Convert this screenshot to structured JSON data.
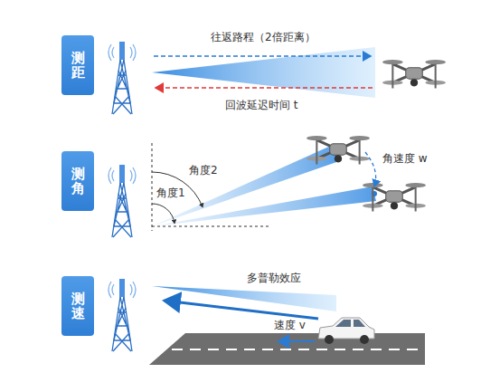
{
  "diagram": {
    "nodes": [
      {
        "text": [
          "测距"
        ]
      },
      {
        "text": [
          "测角"
        ]
      },
      {
        "text": [
          "测速"
        ]
      }
    ],
    "labels": [
      "往返路程（2倍距离）",
      "回波延迟时间 t",
      "角度2",
      "角度1",
      "角速度 w",
      "多普勒效应",
      "速度 v"
    ]
  }
}
